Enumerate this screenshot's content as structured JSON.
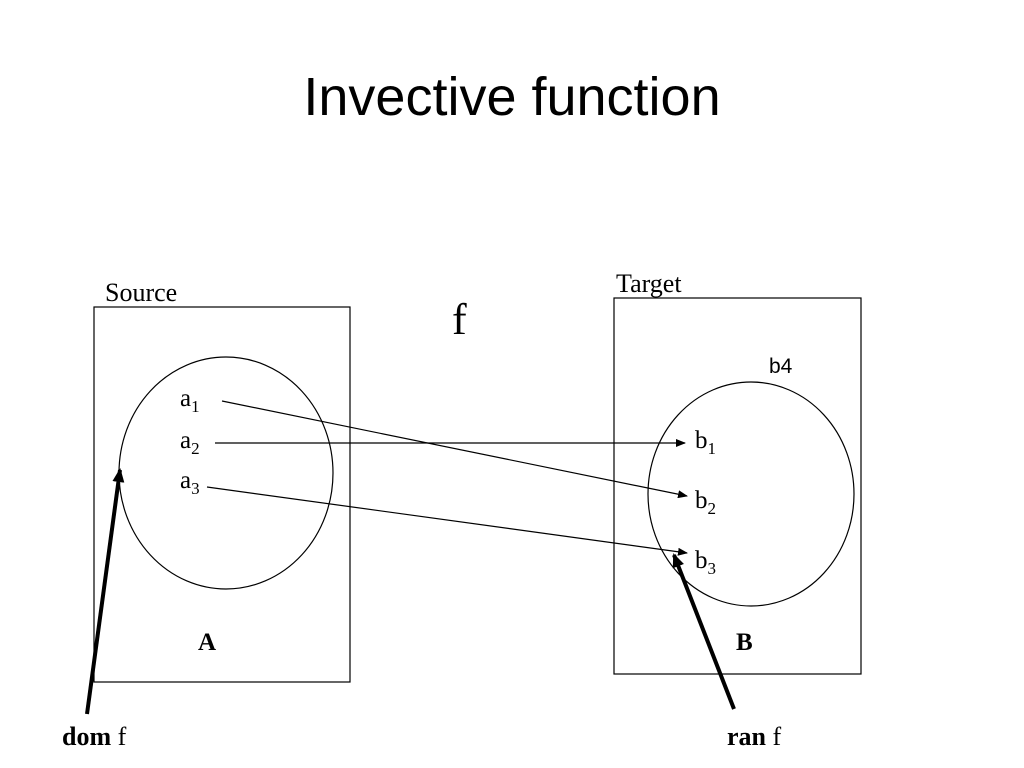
{
  "title": "Invective function",
  "function_label": "f",
  "source": {
    "caption": "Source",
    "set_label": "A",
    "elements": [
      {
        "name": "a",
        "index": "1"
      },
      {
        "name": "a",
        "index": "2"
      },
      {
        "name": "a",
        "index": "3"
      }
    ]
  },
  "target": {
    "caption": "Target",
    "set_label": "B",
    "extra_element": "b4",
    "elements": [
      {
        "name": "b",
        "index": "1"
      },
      {
        "name": "b",
        "index": "2"
      },
      {
        "name": "b",
        "index": "3"
      }
    ]
  },
  "mappings": [
    {
      "from": "a1",
      "to": "b2"
    },
    {
      "from": "a2",
      "to": "b1"
    },
    {
      "from": "a3",
      "to": "b3"
    }
  ],
  "domain_label": {
    "keyword": "dom",
    "symbol": "f"
  },
  "range_label": {
    "keyword": "ran",
    "symbol": "f"
  }
}
